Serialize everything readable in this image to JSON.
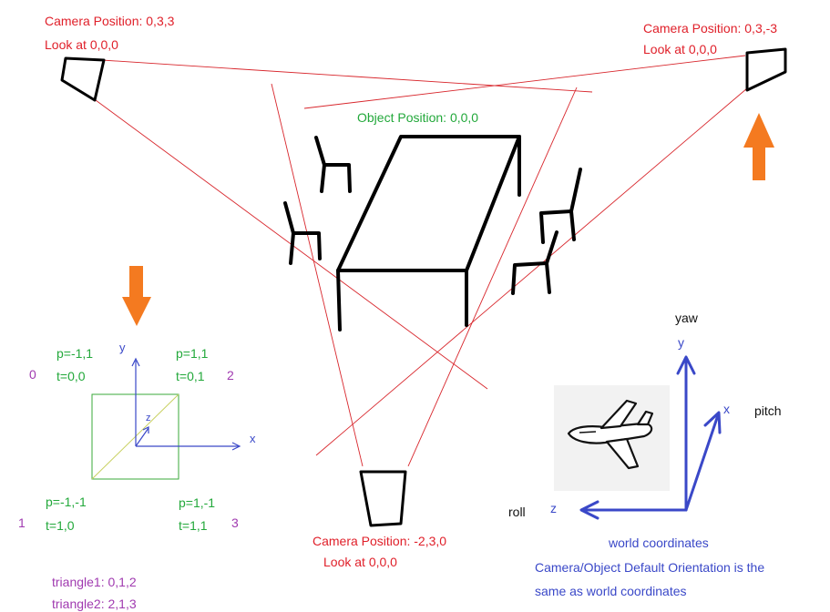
{
  "cameras": {
    "top_left": {
      "position": "Camera Position: 0,3,3",
      "look_at": "Look at 0,0,0"
    },
    "top_right": {
      "position": "Camera Position: 0,3,-3",
      "look_at": "Look at 0,0,0"
    },
    "bottom": {
      "position": "Camera Position:  -2,3,0",
      "look_at": "Look at 0,0,0"
    }
  },
  "object_position": "Object Position: 0,0,0",
  "quad": {
    "axes": {
      "x": "x",
      "y": "y",
      "z": "z"
    },
    "vertices": [
      {
        "index": "0",
        "p": "p=-1,1",
        "t": "t=0,0"
      },
      {
        "index": "2",
        "p": "p=1,1",
        "t": "t=0,1"
      },
      {
        "index": "1",
        "p": "p=-1,-1",
        "t": "t=1,0"
      },
      {
        "index": "3",
        "p": "p=1,-1",
        "t": "t=1,1"
      }
    ],
    "triangles": [
      "triangle1: 0,1,2",
      "triangle2: 2,1,3"
    ]
  },
  "world": {
    "axes": {
      "y": "y",
      "x": "x",
      "z": "z"
    },
    "rotation_labels": {
      "yaw": "yaw",
      "pitch": "pitch",
      "roll": "roll"
    },
    "title": "world coordinates",
    "note_line1": "Camera/Object Default Orientation is the",
    "note_line2": "same as world coordinates"
  },
  "colors": {
    "camera_text": "#e0202a",
    "object_text": "#22a83a",
    "index_text": "#a03ab0",
    "world_axis": "#3a48c8",
    "arrow": "#f47a20",
    "ray": "#d8262c"
  },
  "icons": [
    "camera-icon",
    "table-icon",
    "chair-icon",
    "airplane-icon",
    "arrow-down-icon",
    "arrow-up-icon"
  ]
}
